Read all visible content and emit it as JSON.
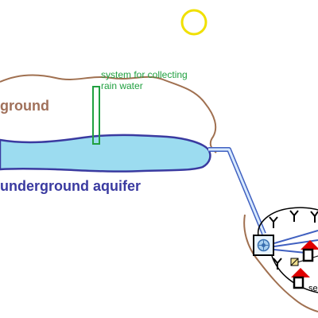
{
  "labels": {
    "collecting": "system for collecting rain water",
    "ground": "ground",
    "aquifer": "underground aquifer",
    "se_partial": "se"
  },
  "colors": {
    "sun": "#f0e000",
    "ground_outline": "#a07050",
    "ground_text": "#a0705a",
    "aquifer_fill": "#9cdcf0",
    "aquifer_outline": "#3a3aa0",
    "aquifer_text": "#3a3aa0",
    "collector": "#20a040",
    "pipe": "#4060c0",
    "house_roof": "#e00000",
    "house_body": "#000000",
    "tree": "#000000",
    "filter_fill": "#e8f4ff"
  },
  "icons": {
    "sun": "sun-icon",
    "filter": "filter-icon",
    "tree": "tree-icon",
    "house": "house-icon",
    "solar_panel": "solar-panel-icon"
  }
}
